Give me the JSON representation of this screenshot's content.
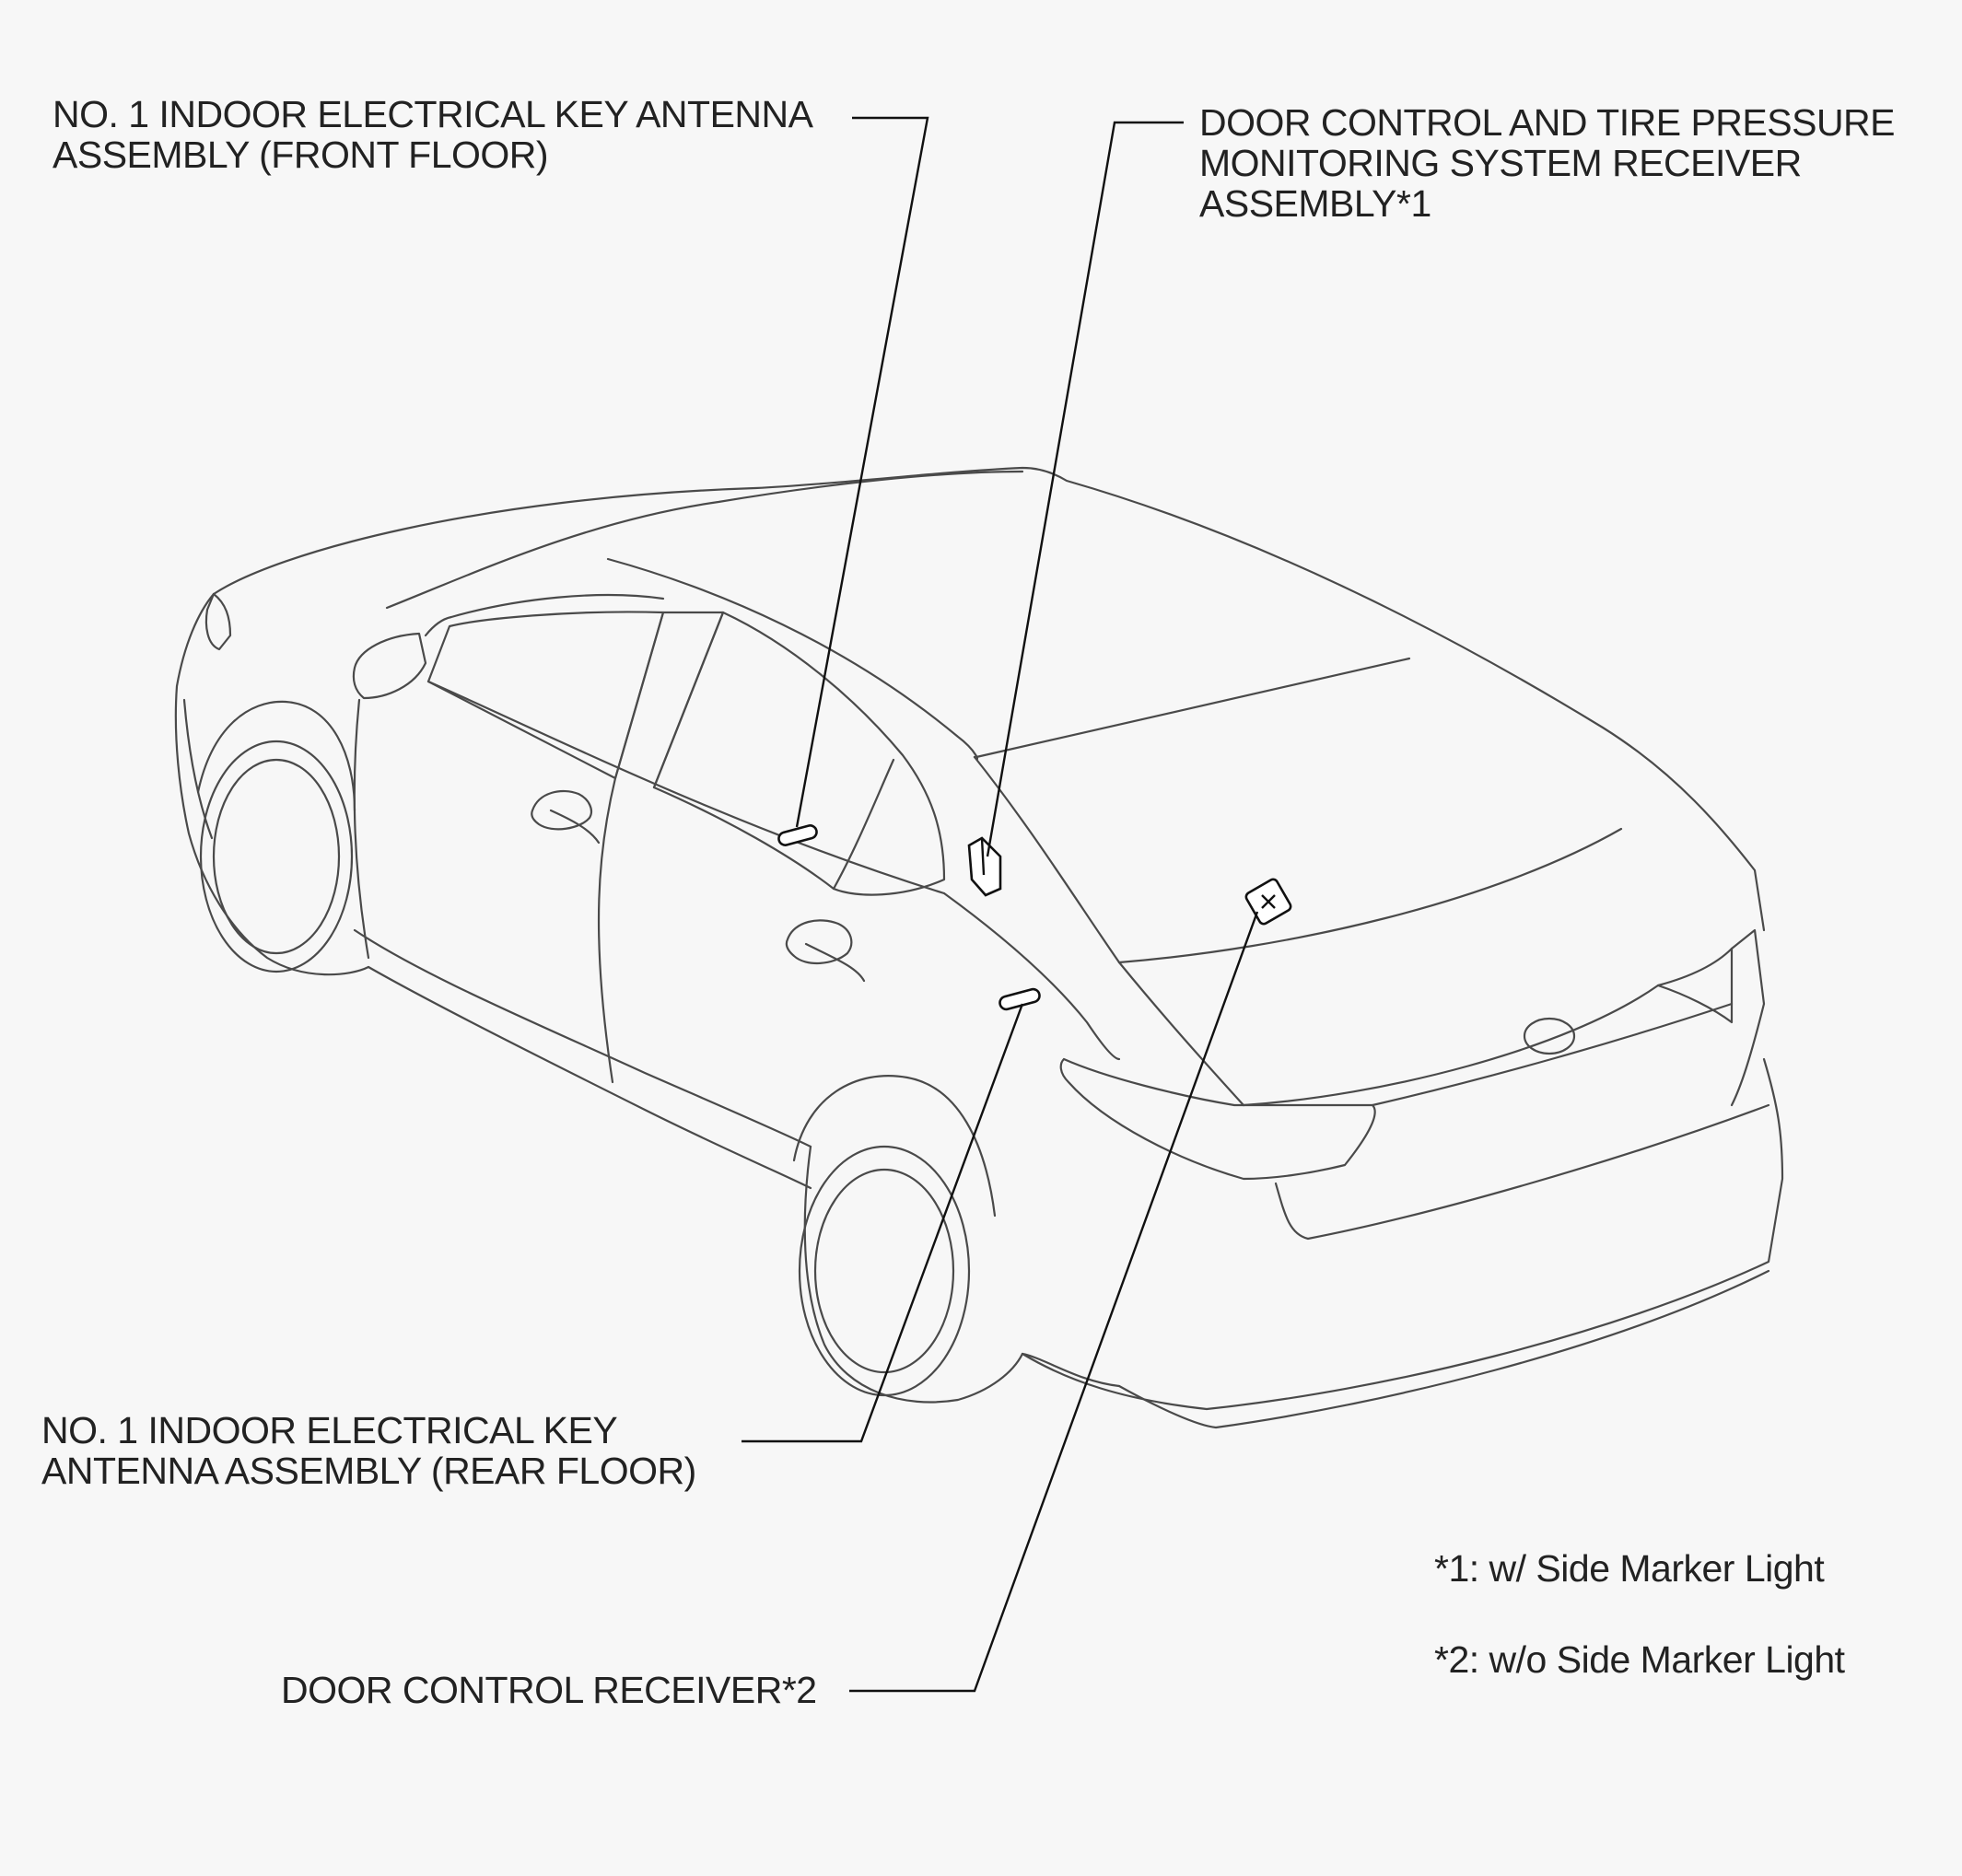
{
  "callouts": {
    "front_floor_antenna": [
      "NO. 1 INDOOR ELECTRICAL KEY ANTENNA",
      "ASSEMBLY (FRONT FLOOR)"
    ],
    "door_control_tpms_receiver": [
      "DOOR CONTROL AND TIRE PRESSURE",
      "MONITORING  SYSTEM RECEIVER",
      "ASSEMBLY*1"
    ],
    "rear_floor_antenna": [
      "NO. 1 INDOOR ELECTRICAL KEY",
      "ANTENNA ASSEMBLY (REAR FLOOR)"
    ],
    "door_control_receiver": [
      "DOOR CONTROL RECEIVER*2"
    ]
  },
  "footnotes": [
    "*1: w/ Side Marker Light",
    "*2: w/o Side Marker Light"
  ],
  "colors": {
    "background": "#f7f7f7",
    "outline": "#4a4a4a",
    "leader": "#111111",
    "text": "#222222"
  }
}
